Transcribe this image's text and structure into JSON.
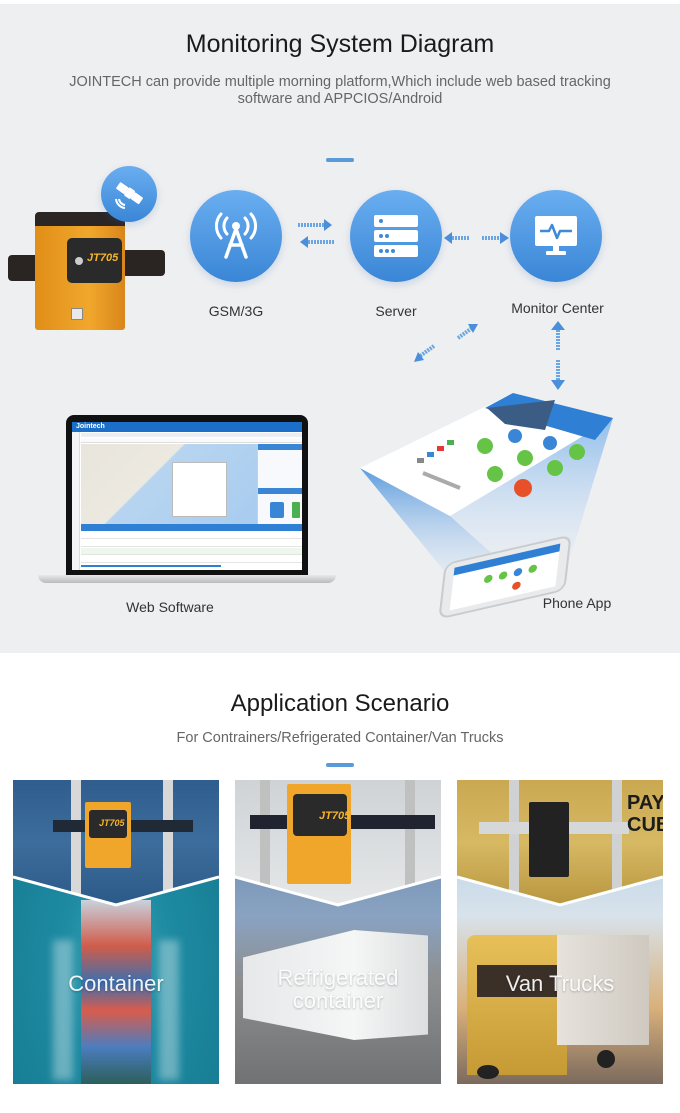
{
  "monitoring": {
    "title": "Monitoring System Diagram",
    "subtitle_line1": "JOINTECH can provide multiple morning platform,Which include web based tracking",
    "subtitle_line2": "software and APPCIOS/Android",
    "accent_color": "#5a9ad8",
    "device": {
      "model": "JT705",
      "brand": "Jointech"
    },
    "nodes": [
      {
        "id": "gsm",
        "label": "GSM/3G",
        "icon": "cell-tower-icon"
      },
      {
        "id": "server",
        "label": "Server",
        "icon": "server-icon"
      },
      {
        "id": "monitor",
        "label": "Monitor Center",
        "icon": "monitor-pulse-icon"
      }
    ],
    "satellite_icon": "satellite-icon",
    "clients": [
      {
        "id": "web",
        "label": "Web Software",
        "screen_logo": "Jointech"
      },
      {
        "id": "phone",
        "label": "Phone App"
      }
    ]
  },
  "scenario": {
    "title": "Application Scenario",
    "subtitle": "For Contrainers/Refrigerated Container/Van Trucks",
    "cards": [
      {
        "label_line1": "Container",
        "label_line2": ""
      },
      {
        "label_line1": "Refrigerated",
        "label_line2": "container"
      },
      {
        "label_line1": "Van Trucks",
        "label_line2": ""
      }
    ]
  }
}
